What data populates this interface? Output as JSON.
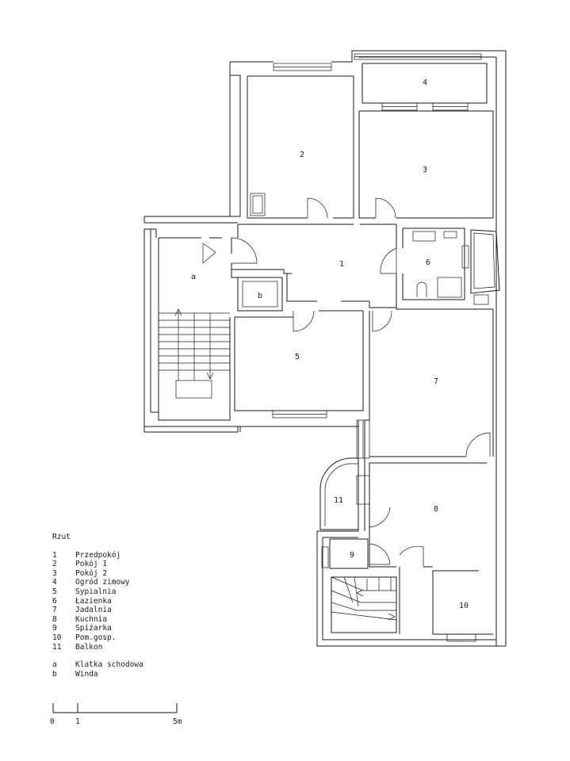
{
  "plan": {
    "room_labels": [
      "1",
      "2",
      "3",
      "4",
      "5",
      "6",
      "7",
      "8",
      "9",
      "10",
      "11",
      "a",
      "b"
    ]
  },
  "legend": {
    "title": "Rzut",
    "rooms": [
      {
        "key": "1",
        "name": "Przedpokój"
      },
      {
        "key": "2",
        "name": "Pokój 1"
      },
      {
        "key": "3",
        "name": "Pokój 2"
      },
      {
        "key": "4",
        "name": "Ogród zimowy"
      },
      {
        "key": "5",
        "name": "Sypialnia"
      },
      {
        "key": "6",
        "name": "Łazienka"
      },
      {
        "key": "7",
        "name": "Jadalnia"
      },
      {
        "key": "8",
        "name": "Kuchnia"
      },
      {
        "key": "9",
        "name": "Spiżarka"
      },
      {
        "key": "10",
        "name": "Pom.gosp."
      },
      {
        "key": "11",
        "name": "Balkon"
      }
    ],
    "common": [
      {
        "key": "a",
        "name": "Klatka schodowa"
      },
      {
        "key": "b",
        "name": "Winda"
      }
    ]
  },
  "scale_bar": {
    "labels": [
      "0",
      "1",
      "5m"
    ]
  }
}
